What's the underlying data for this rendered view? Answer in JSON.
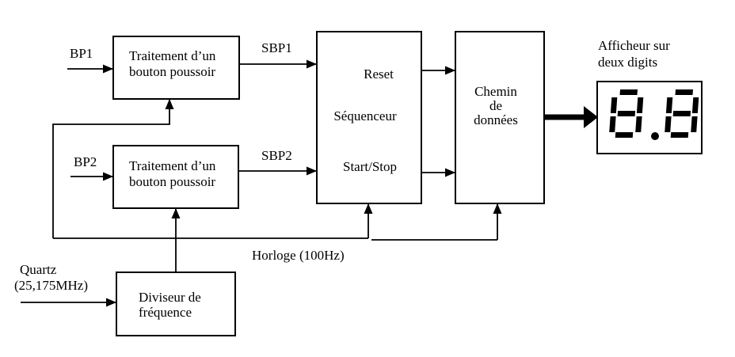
{
  "diagram": {
    "background": "#ffffff",
    "line_color": "#000000",
    "blocks": {
      "traitement1": {
        "lines": [
          "Traitement d’un",
          "bouton poussoir"
        ]
      },
      "traitement2": {
        "lines": [
          "Traitement d’un",
          "bouton poussoir"
        ]
      },
      "sequenceur": {
        "port_top": "Reset",
        "name": "Séquenceur",
        "port_bottom": "Start/Stop"
      },
      "chemin": {
        "lines": [
          "Chemin",
          "de",
          "données"
        ]
      },
      "diviseur": {
        "lines": [
          "Diviseur de",
          "fréquence"
        ]
      }
    },
    "signals": {
      "bp1": "BP1",
      "bp2": "BP2",
      "sbp1": "SBP1",
      "sbp2": "SBP2",
      "quartz": {
        "lines": [
          "Quartz",
          "(25,175MHz)"
        ]
      },
      "horloge": "Horloge (100Hz)"
    },
    "display": {
      "caption": {
        "lines": [
          "Afficheur sur",
          "deux digits"
        ]
      },
      "value": "8.8"
    }
  }
}
